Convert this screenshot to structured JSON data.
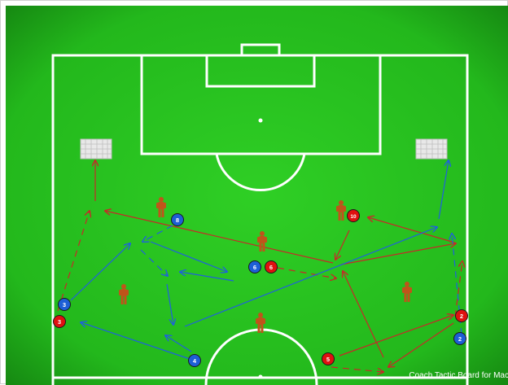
{
  "app": {
    "watermark": "Coach Tactic Board for Mac"
  },
  "colors": {
    "pitch_light": "#35d22a",
    "pitch_dark": "#1a9a16",
    "lines": "#ffffff",
    "red_team": "#e01010",
    "blue_team": "#1d5fd6",
    "cone": "#c0541a",
    "arrow_red": "#c82828",
    "arrow_blue": "#1f5fe0"
  },
  "players": [
    {
      "label": "8",
      "team": "blue"
    },
    {
      "label": "10",
      "team": "red"
    },
    {
      "label": "6",
      "team": "blue"
    },
    {
      "label": "6",
      "team": "red"
    },
    {
      "label": "3",
      "team": "blue"
    },
    {
      "label": "3",
      "team": "red"
    },
    {
      "label": "2",
      "team": "red"
    },
    {
      "label": "2",
      "team": "blue"
    },
    {
      "label": "4",
      "team": "blue"
    },
    {
      "label": "5",
      "team": "red"
    }
  ],
  "mannequins": 6,
  "mini_goals": 2
}
